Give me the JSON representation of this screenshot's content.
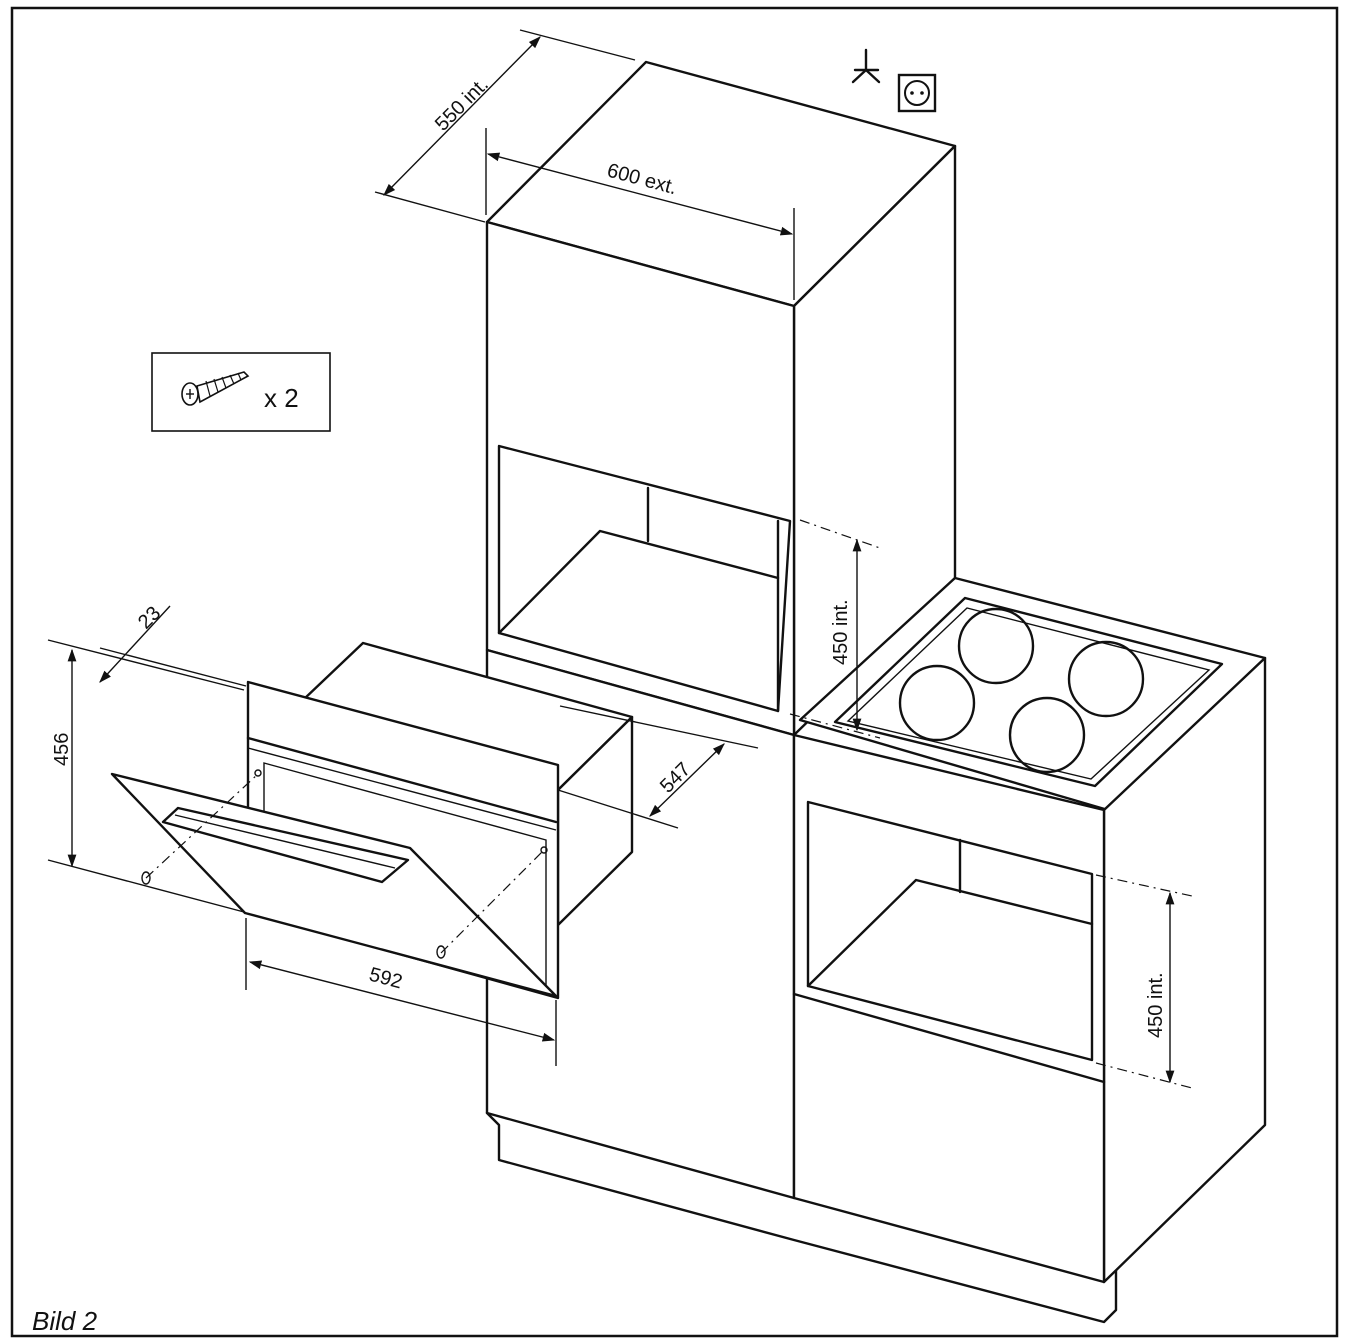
{
  "caption": "Bild 2",
  "parts_box": {
    "count_label": "x 2",
    "icon": "screw-icon"
  },
  "dimensions": {
    "depth_int": "550 int.",
    "width_ext": "600 ext.",
    "tall_cabinet_opening_height": "450 int.",
    "base_cabinet_opening_height": "450 int.",
    "oven_height": "456",
    "front_panel_thickness": "23",
    "oven_depth": "547",
    "oven_width": "592"
  },
  "symbols": {
    "ground": "ground-symbol-icon",
    "socket": "socket-outlet-icon"
  }
}
